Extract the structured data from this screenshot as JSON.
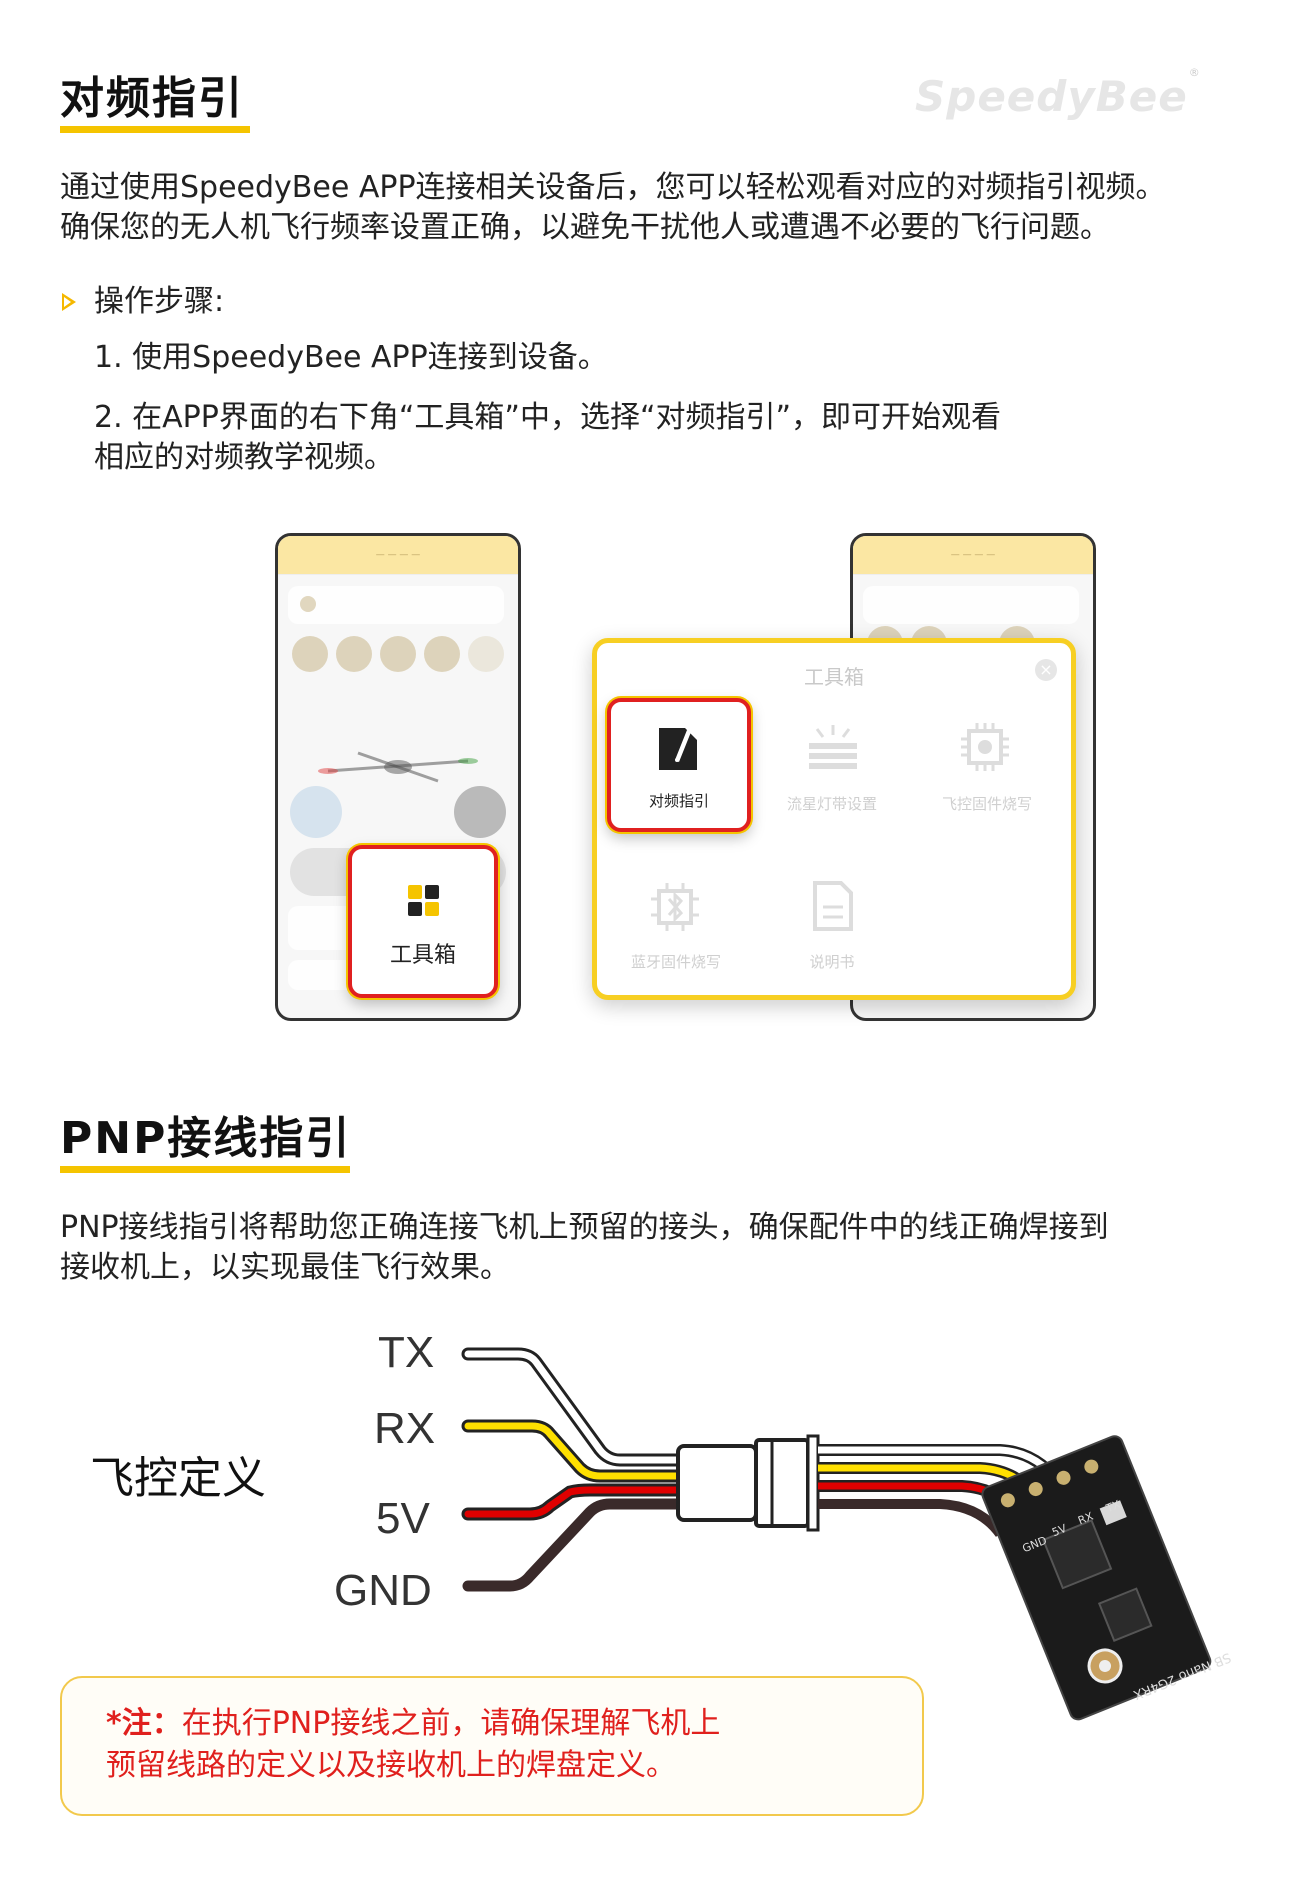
{
  "brand": {
    "logo_text": "SpeedyBee",
    "registered": "®"
  },
  "section1": {
    "title": "对频指引",
    "intro_line1": "通过使用SpeedyBee APP连接相关设备后，您可以轻松观看对应的对频指引视频。",
    "intro_line2": "确保您的无人机飞行频率设置正确，以避免干扰他人或遭遇不必要的飞行问题。",
    "steps_heading": "操作步骤:",
    "step1": "1. 使用SpeedyBee APP连接到设备。",
    "step2_line1": "2. 在APP界面的右下角“工具箱”中，选择“对频指引”，即可开始观看",
    "step2_line2": "相应的对频教学视频。"
  },
  "screenshot_left": {
    "toolbox_label": "工具箱"
  },
  "screenshot_modal": {
    "title": "工具箱",
    "items": [
      {
        "label": "对频指引",
        "icon": "document-pen-icon",
        "highlighted": true
      },
      {
        "label": "流星灯带设置",
        "icon": "light-strip-icon",
        "highlighted": false
      },
      {
        "label": "飞控固件烧写",
        "icon": "chip-icon",
        "highlighted": false
      },
      {
        "label": "蓝牙固件烧写",
        "icon": "bluetooth-chip-icon",
        "highlighted": false
      },
      {
        "label": "说明书",
        "icon": "manual-icon",
        "highlighted": false
      }
    ]
  },
  "section2": {
    "title": "PNP接线指引",
    "intro_line1": "PNP接线指引将帮助您正确连接飞机上预留的接头，确保配件中的线正确焊接到",
    "intro_line2": "接收机上，以实现最佳飞行效果。"
  },
  "wiring": {
    "fc_label": "飞控定义",
    "wires": [
      {
        "label": "TX",
        "color": "#ffffff"
      },
      {
        "label": "RX",
        "color": "#ffe000"
      },
      {
        "label": "5V",
        "color": "#e00000"
      },
      {
        "label": "GND",
        "color": "#3a2a2a"
      }
    ],
    "receiver_markings": [
      "GND",
      "5V",
      "RX",
      "TX",
      "SB Nano 2G4RX"
    ]
  },
  "note": {
    "prefix": "*注：",
    "line1": "在执行PNP接线之前，请确保理解飞机上",
    "line2": "预留线路的定义以及接收机上的焊盘定义。"
  },
  "colors": {
    "accent": "#f5c400",
    "highlight": "#e02020",
    "note_text": "#e0201d"
  }
}
